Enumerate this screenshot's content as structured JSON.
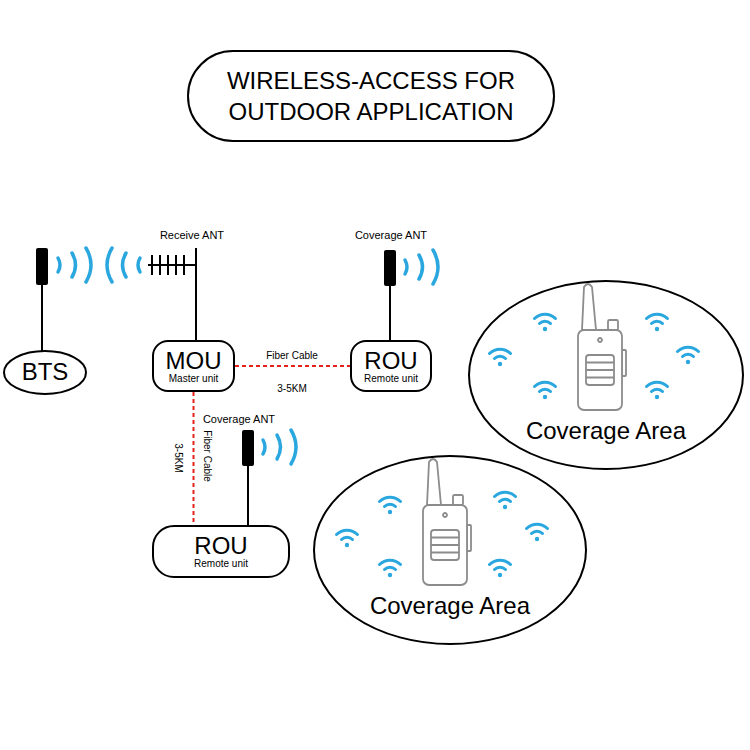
{
  "diagram": {
    "title": "WIRELESS-ACCESS FOR OUTDOOR APPLICATION",
    "nodes": [
      {
        "text": [
          "BTS"
        ]
      },
      {
        "text": [
          "MOU",
          "Master unit"
        ]
      },
      {
        "text": [
          "ROU",
          "Remote unit"
        ]
      },
      {
        "text": [
          "Coverage Area"
        ]
      },
      {
        "text": [
          "ROU",
          "Remote unit"
        ]
      },
      {
        "text": [
          "Coverage Area"
        ]
      }
    ],
    "edges": [
      {
        "from": 1,
        "to": 2,
        "arrow": "none",
        "label": "Fiber Cable"
      },
      {
        "from": 1,
        "to": 4,
        "arrow": "none",
        "label": "Fiber Cable"
      }
    ],
    "labels": [
      "Receive ANT",
      "Coverage ANT",
      "3-5KM",
      "Coverage ANT",
      "3-5KM"
    ]
  }
}
